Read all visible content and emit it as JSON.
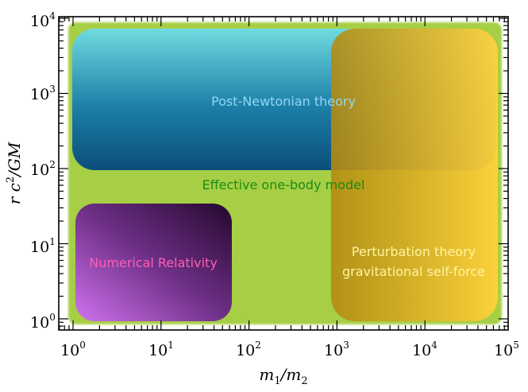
{
  "axes": {
    "xlabel": "m1/m2",
    "ylabel": "r c2/GM",
    "x_ticks": [
      {
        "base": "10",
        "exp": "0"
      },
      {
        "base": "10",
        "exp": "1"
      },
      {
        "base": "10",
        "exp": "2"
      },
      {
        "base": "10",
        "exp": "3"
      },
      {
        "base": "10",
        "exp": "4"
      },
      {
        "base": "10",
        "exp": "5"
      }
    ],
    "y_ticks": [
      {
        "base": "10",
        "exp": "0"
      },
      {
        "base": "10",
        "exp": "1"
      },
      {
        "base": "10",
        "exp": "2"
      },
      {
        "base": "10",
        "exp": "3"
      },
      {
        "base": "10",
        "exp": "4"
      }
    ],
    "x_scale": "log",
    "y_scale": "log"
  },
  "regions": {
    "effective_one_body": {
      "label": "Effective one-body model",
      "color": "#a6cf45",
      "text_color": "#1e8a12"
    },
    "post_newtonian": {
      "label": "Post-Newtonian theory",
      "color_top": "#6fdbe0",
      "color_bottom": "#0a4f7a",
      "text_color": "#8fd8f2"
    },
    "numerical_relativity": {
      "label": "Numerical Relativity",
      "color_light": "#cf73ef",
      "color_dark": "#24082e",
      "text_color": "#ff5fb4"
    },
    "perturbation_theory": {
      "label_line1": "Perturbation theory",
      "label_line2": "gravitational self-force",
      "color_left": "#c49a10",
      "color_right": "#ffd23a",
      "text_color": "#fff4a0"
    }
  }
}
